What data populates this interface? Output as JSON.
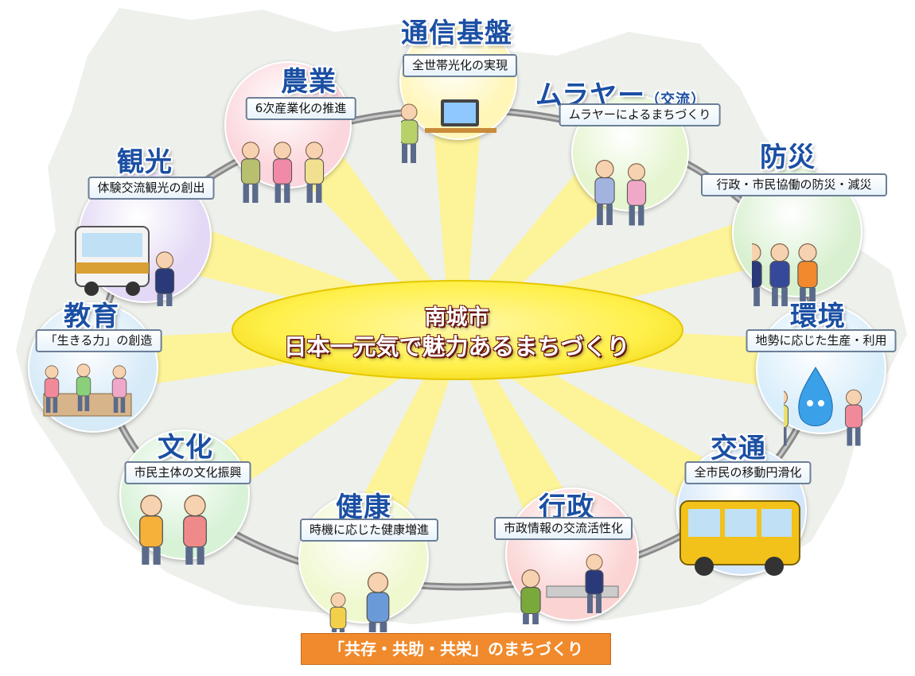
{
  "center": {
    "line1": "南城市",
    "line2": "日本一元気で魅力あるまちづくり"
  },
  "footer": "「共存・共助・共栄」のまちづくり",
  "nodes": [
    {
      "id": "tsushin",
      "title": "通信基盤",
      "subtitle": "全世帯光化の実現",
      "color": "#fff6b8",
      "icon": "computer-user-icon"
    },
    {
      "id": "murayaa",
      "title": "ムラヤー",
      "title_suffix": "（交流）",
      "subtitle": "ムラヤーによるまちづくり",
      "color": "#e4f5cf",
      "icon": "walking-people-icon"
    },
    {
      "id": "bousai",
      "title": "防災",
      "subtitle": "行政・市民協働の防災・減災",
      "color": "#d8f0cf",
      "icon": "police-firefighter-icon"
    },
    {
      "id": "kankyo",
      "title": "環境",
      "subtitle": "地勢に応じた生産・利用",
      "color": "#d9eefb",
      "icon": "water-drop-mascot-icon"
    },
    {
      "id": "kotsu",
      "title": "交通",
      "subtitle": "全市民の移動円滑化",
      "color": "#d3e6fb",
      "icon": "bus-icon"
    },
    {
      "id": "gyosei",
      "title": "行政",
      "subtitle": "市政情報の交流活性化",
      "color": "#fbd3d3",
      "icon": "counter-service-icon"
    },
    {
      "id": "kenko",
      "title": "健康",
      "subtitle": "時機に応じた健康増進",
      "color": "#f0f8d0",
      "icon": "exercise-icon"
    },
    {
      "id": "bunka",
      "title": "文化",
      "subtitle": "市民主体の文化振興",
      "color": "#d8f2d8",
      "icon": "elderly-couple-icon"
    },
    {
      "id": "kyoiku",
      "title": "教育",
      "subtitle": "「生きる力」の創造",
      "color": "#d6eaf8",
      "icon": "students-icon"
    },
    {
      "id": "kanko",
      "title": "観光",
      "subtitle": "体験交流観光の創出",
      "color": "#e3d8f5",
      "icon": "tour-bus-icon"
    },
    {
      "id": "nogyo",
      "title": "農業",
      "subtitle": "6次産業化の推進",
      "color": "#fbd6dc",
      "icon": "farmers-icon"
    }
  ]
}
